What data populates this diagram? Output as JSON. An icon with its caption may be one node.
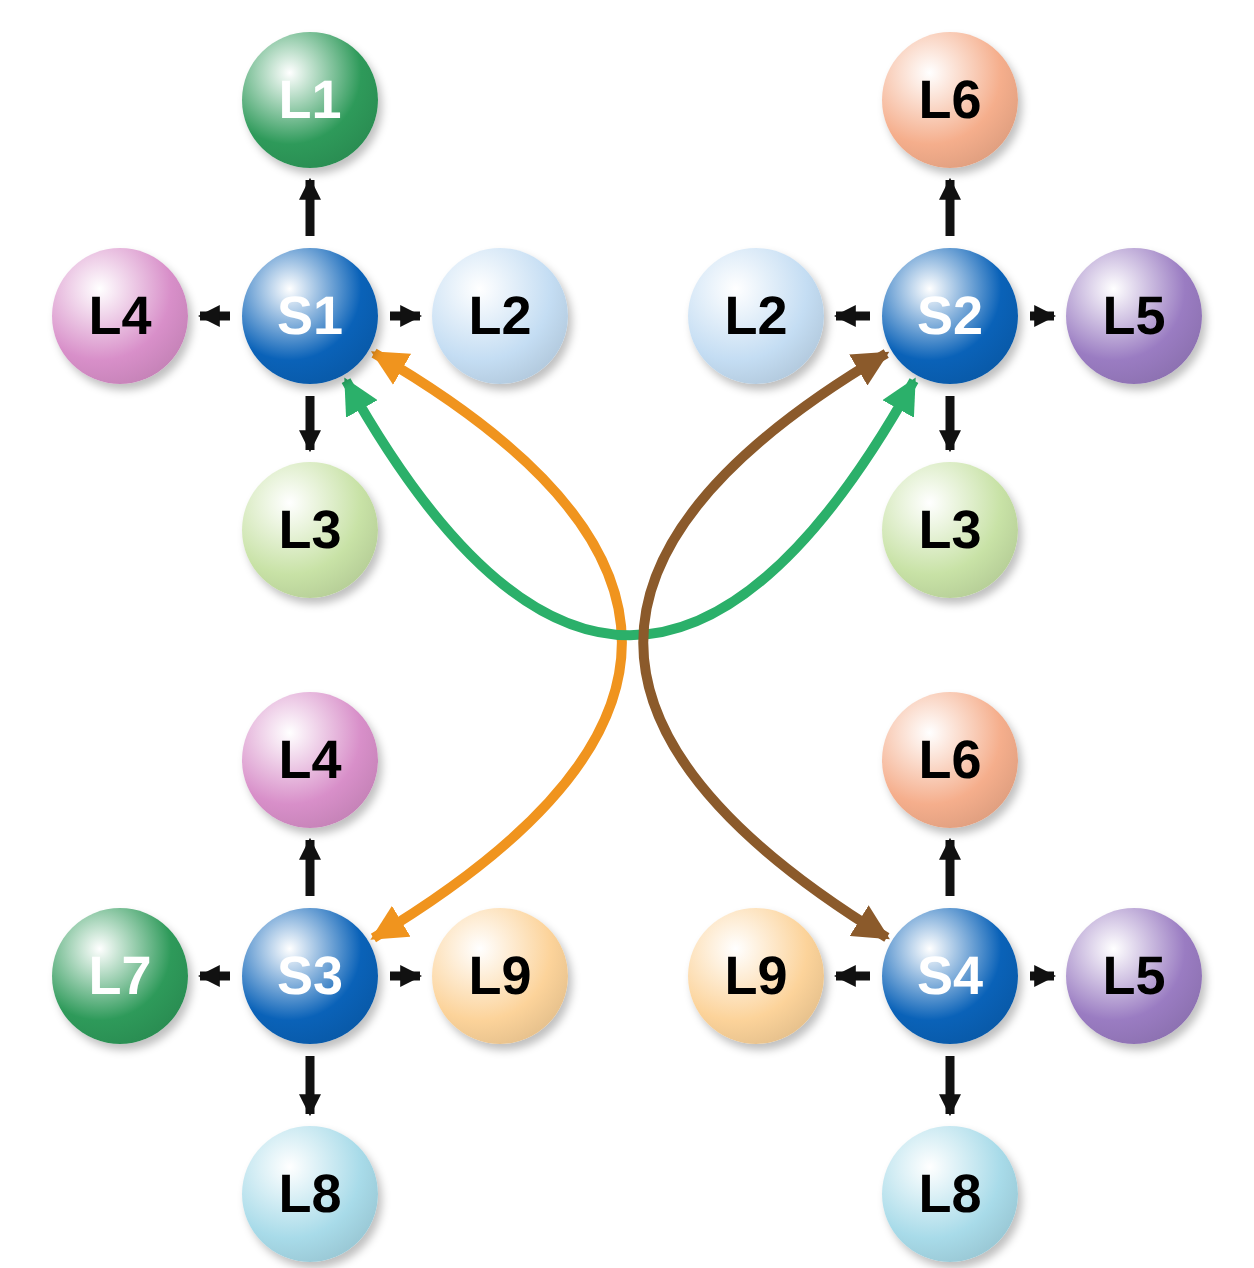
{
  "diagram": {
    "nodes": [
      {
        "text": [
          "L1"
        ]
      },
      {
        "text": [
          "L6"
        ]
      },
      {
        "text": [
          "L4"
        ]
      },
      {
        "text": [
          "S1"
        ]
      },
      {
        "text": [
          "L2"
        ]
      },
      {
        "text": [
          "L2"
        ]
      },
      {
        "text": [
          "S2"
        ]
      },
      {
        "text": [
          "L5"
        ]
      },
      {
        "text": [
          "L3"
        ]
      },
      {
        "text": [
          "L3"
        ]
      },
      {
        "text": [
          "L4"
        ]
      },
      {
        "text": [
          "L6"
        ]
      },
      {
        "text": [
          "L7"
        ]
      },
      {
        "text": [
          "S3"
        ]
      },
      {
        "text": [
          "L9"
        ]
      },
      {
        "text": [
          "L9"
        ]
      },
      {
        "text": [
          "S4"
        ]
      },
      {
        "text": [
          "L5"
        ]
      },
      {
        "text": [
          "L8"
        ]
      },
      {
        "text": [
          "L8"
        ]
      }
    ],
    "edges": [
      {
        "from": 3,
        "to": 0,
        "arrow": "to"
      },
      {
        "from": 3,
        "to": 2,
        "arrow": "to"
      },
      {
        "from": 3,
        "to": 4,
        "arrow": "to"
      },
      {
        "from": 3,
        "to": 8,
        "arrow": "to"
      },
      {
        "from": 6,
        "to": 1,
        "arrow": "to"
      },
      {
        "from": 6,
        "to": 5,
        "arrow": "to"
      },
      {
        "from": 6,
        "to": 7,
        "arrow": "to"
      },
      {
        "from": 6,
        "to": 9,
        "arrow": "to"
      },
      {
        "from": 13,
        "to": 10,
        "arrow": "to"
      },
      {
        "from": 13,
        "to": 12,
        "arrow": "to"
      },
      {
        "from": 13,
        "to": 14,
        "arrow": "to"
      },
      {
        "from": 13,
        "to": 18,
        "arrow": "to"
      },
      {
        "from": 16,
        "to": 11,
        "arrow": "to"
      },
      {
        "from": 16,
        "to": 15,
        "arrow": "to"
      },
      {
        "from": 16,
        "to": 17,
        "arrow": "to"
      },
      {
        "from": 16,
        "to": 19,
        "arrow": "to"
      },
      {
        "from": 3,
        "to": 13,
        "arrow": "both",
        "color": "#f0941e"
      },
      {
        "from": 3,
        "to": 6,
        "arrow": "both",
        "color": "#2bb06a"
      },
      {
        "from": 6,
        "to": 16,
        "arrow": "both",
        "color": "#8b5a2b"
      }
    ]
  }
}
